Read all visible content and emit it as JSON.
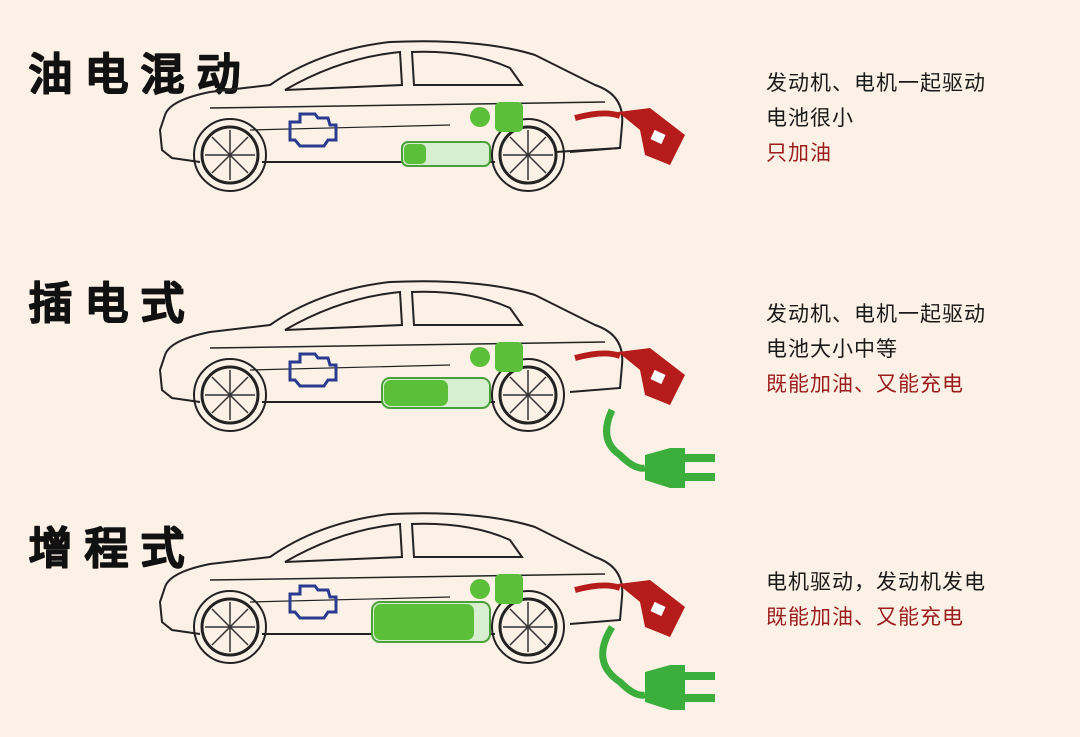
{
  "sections": [
    {
      "title": "油电混动",
      "desc": [
        "发动机、电机一起驱动",
        "电池很小"
      ],
      "highlight": [
        "只加油"
      ],
      "plug": false,
      "battery_fill": 0.25
    },
    {
      "title": "插电式",
      "desc": [
        "发动机、电机一起驱动",
        "电池大小中等"
      ],
      "highlight": [
        "既能加油、又能充电"
      ],
      "plug": true,
      "battery_fill": 0.6
    },
    {
      "title": "增程式",
      "desc": [
        "电机驱动，发动机发电"
      ],
      "highlight": [
        "既能加油、又能充电"
      ],
      "plug": true,
      "battery_fill": 0.9
    }
  ],
  "colors": {
    "background": "#fbf1e6",
    "highlight_text": "#9b1c1c",
    "fuel_nozzle": "#b71c1c",
    "plug": "#3cae3c",
    "battery": "#5cbf3a",
    "engine": "#2a3b8f"
  },
  "icons": [
    "engine-icon",
    "battery-icon",
    "motor-icon",
    "fuel-nozzle-icon",
    "charging-plug-icon"
  ]
}
